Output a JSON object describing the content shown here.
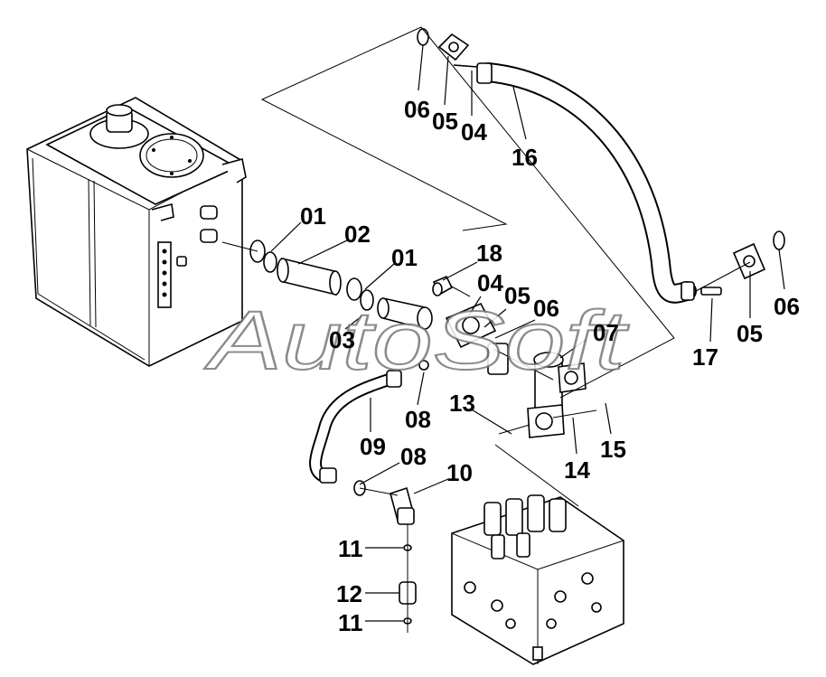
{
  "watermark": "AutoSoft",
  "callouts": {
    "c01a": "01",
    "c01b": "01",
    "c02": "02",
    "c03": "03",
    "c04a": "04",
    "c04b": "04",
    "c05a": "05",
    "c05b": "05",
    "c05c": "05",
    "c06a": "06",
    "c06b": "06",
    "c06c": "06",
    "c07": "07",
    "c08a": "08",
    "c08b": "08",
    "c09": "09",
    "c10": "10",
    "c11a": "11",
    "c11b": "11",
    "c12": "12",
    "c13": "13",
    "c14": "14",
    "c15": "15",
    "c16": "16",
    "c17": "17",
    "c18": "18"
  }
}
